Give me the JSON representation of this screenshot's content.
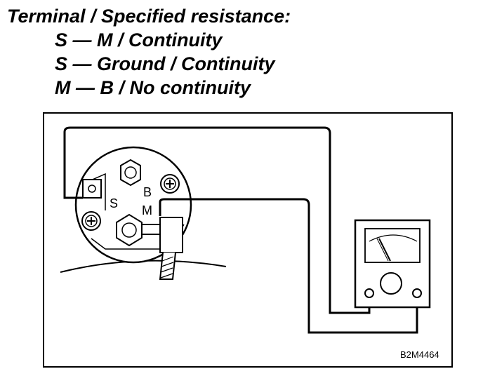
{
  "header": {
    "title": "Terminal / Specified resistance:",
    "lines": [
      "S — M / Continuity",
      "S — Ground / Continuity",
      "M — B / No continuity"
    ]
  },
  "diagram": {
    "terminal_labels": {
      "s": "S",
      "b": "B",
      "m": "M"
    },
    "figure_code": "B2M4464",
    "icons": [
      "solenoid-body-icon",
      "terminal-s-icon",
      "terminal-b-icon",
      "terminal-m-icon",
      "mount-bolt-icon",
      "ohmmeter-icon",
      "test-lead-icon"
    ]
  }
}
